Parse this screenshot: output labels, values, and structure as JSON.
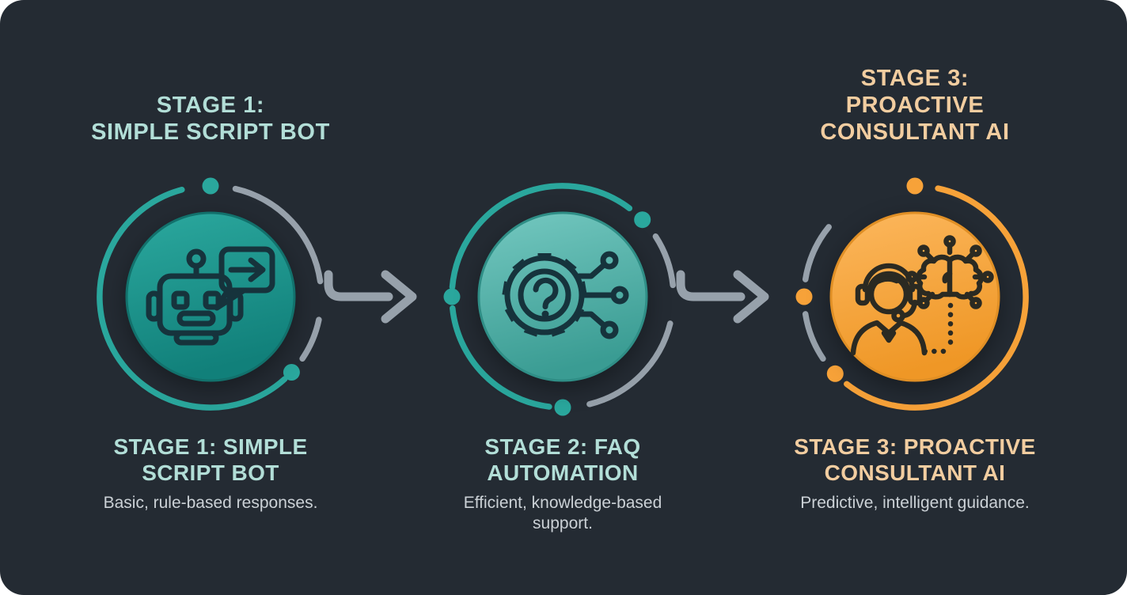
{
  "colors": {
    "page_bg": "#ffffff",
    "panel_bg": "#242b33",
    "teal_text": "#b2ded7",
    "tan_text": "#f2cda0",
    "body_text": "#cbd1d6",
    "teal_ring": "#2aa79d",
    "orange_ring": "#f7a239",
    "gray_ring": "#97a1ab",
    "stage1_fill_top": "#2ba89e",
    "stage1_fill_bottom": "#11807a",
    "stage2_fill_top": "#74c8c0",
    "stage2_fill_bottom": "#3a9c93",
    "stage3_fill_top": "#fcb75d",
    "stage3_fill_bottom": "#ef9726",
    "icon_stroke_dark": "#16333c",
    "icon_stroke_warm": "#2b2a22"
  },
  "stages": [
    {
      "top_header_lines": [
        "STAGE 1:",
        "SIMPLE SCRIPT BOT"
      ],
      "title_lines": [
        "STAGE 1: SIMPLE",
        "SCRIPT BOT"
      ],
      "description_lines": [
        "Basic, rule-based responses."
      ],
      "icon": "robot-chat-icon"
    },
    {
      "top_header_lines": [],
      "title_lines": [
        "STAGE 2: FAQ",
        "AUTOMATION"
      ],
      "description_lines": [
        "Efficient, knowledge-based",
        "support."
      ],
      "icon": "gear-question-circuit-icon"
    },
    {
      "top_header_lines": [
        "STAGE 3:",
        "PROACTIVE",
        "CONSULTANT AI"
      ],
      "title_lines": [
        "STAGE 3: PROACTIVE",
        "CONSULTANT AI"
      ],
      "description_lines": [
        "Predictive, intelligent guidance."
      ],
      "icon": "consultant-brain-icon"
    }
  ]
}
